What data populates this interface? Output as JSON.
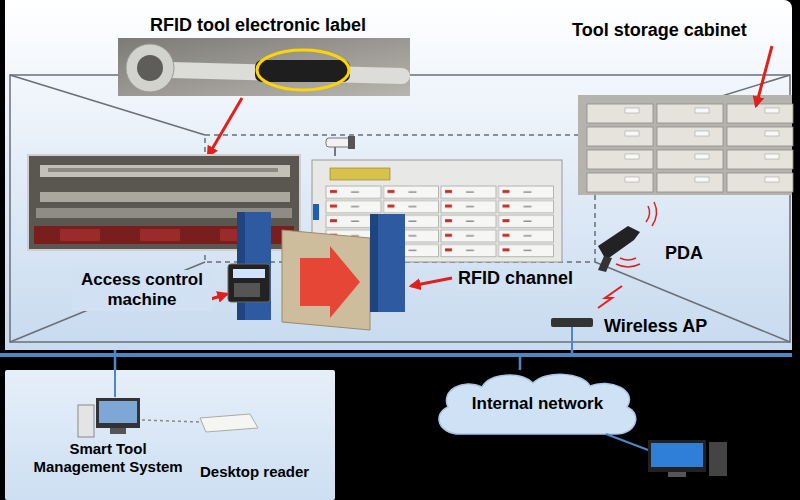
{
  "diagram": {
    "nodes": [
      {
        "text": [
          "RFID tool electronic label",
          "Tool storage cabinet",
          "Access control machine",
          "RFID channel",
          "PDA",
          "Wireless AP"
        ]
      },
      {
        "text": [
          "Smart Tool Management System",
          "Desktop reader"
        ]
      },
      {
        "text": [
          "Internal network"
        ]
      }
    ],
    "edges": [
      {
        "from": 0,
        "to": 1,
        "arrow": "none"
      },
      {
        "from": 0,
        "to": 2,
        "arrow": "none"
      }
    ]
  }
}
